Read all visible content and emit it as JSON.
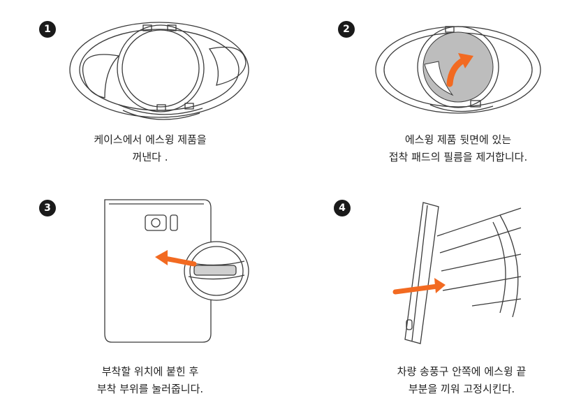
{
  "steps": [
    {
      "number": "1",
      "line1": "케이스에서 에스윙 제품을",
      "line2": "꺼낸다 ."
    },
    {
      "number": "2",
      "line1": "에스윙 제품 뒷면에 있는",
      "line2": "접착 패드의 필름을 제거합니다."
    },
    {
      "number": "3",
      "line1": "부착할 위치에 붙힌 후",
      "line2": "부착 부위를 눌러줍니다."
    },
    {
      "number": "4",
      "line1": "차량 송풍구 안쪽에 에스윙 끝",
      "line2": "부분을 끼워 고정시킨다."
    }
  ],
  "colors": {
    "accent_arrow": "#f26a21",
    "line": "#3a3a3a",
    "pad": "#bdbdbd"
  }
}
